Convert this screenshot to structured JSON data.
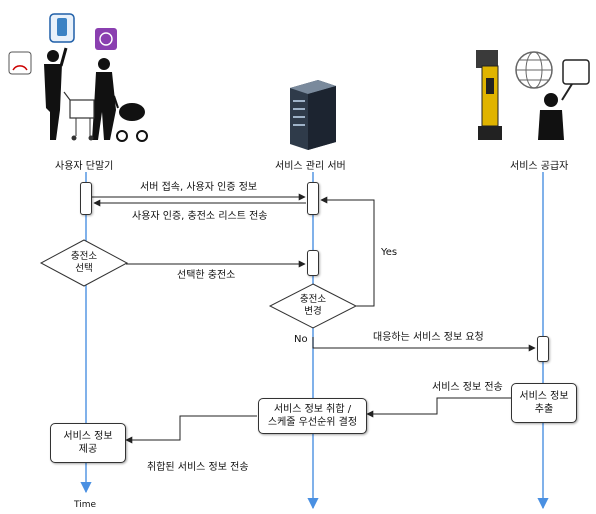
{
  "actors": {
    "user": "사용자 단말기",
    "server": "서비스 관리 서버",
    "provider": "서비스 공급자"
  },
  "messages": {
    "m1": "서버 접속, 사용자 인증 정보",
    "m2": "사용자 인증, 충전소 리스트 전송",
    "m3": "선택한 충전소",
    "m4": "대응하는 서비스 정보 요청",
    "m5": "서비스 정보 전송",
    "m6": "취합된 서비스 정보 전송"
  },
  "decisions": {
    "select_line1": "충전소",
    "select_line2": "선택",
    "change_line1": "충전소",
    "change_line2": "변경",
    "yes": "Yes",
    "no": "No"
  },
  "boxes": {
    "aggregate_line1": "서비스 정보 취합 /",
    "aggregate_line2": "스케줄 우선순위 결정",
    "extract_line1": "서비스 정보",
    "extract_line2": "추출",
    "provide_line1": "서비스 정보",
    "provide_line2": "제공"
  },
  "time_label": "Time",
  "colors": {
    "lifeline": "#4a90e2",
    "line": "#222222"
  }
}
